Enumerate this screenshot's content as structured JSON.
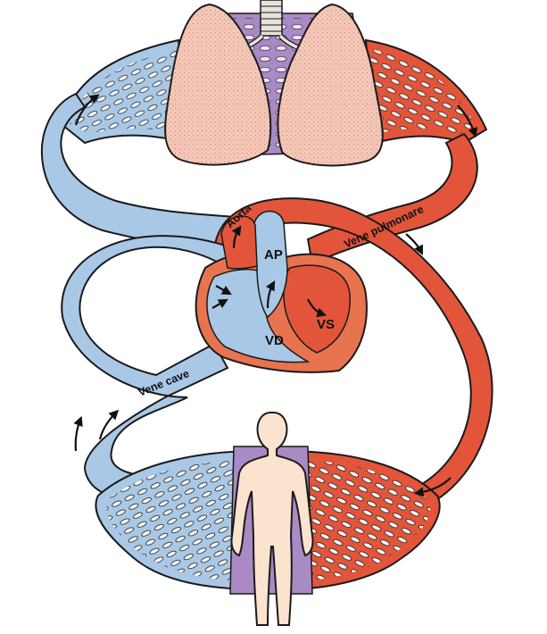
{
  "diagram": {
    "labels": {
      "aorta": "Aorta",
      "pulmonary_artery": "AP",
      "pulmonary_veins": "Vene pulmonare",
      "right_ventricle": "VD",
      "left_ventricle": "VS",
      "venae_cavae": "Vene cave"
    },
    "colors": {
      "deoxygenated": "#a9c8e6",
      "oxygenated": "#e2553a",
      "heart_muscle": "#e8734f",
      "lung": "#f6c7b6",
      "capillary_bed": "#a98ac4",
      "body_skin": "#fbe3cf",
      "outline": "#1a1a1a"
    },
    "icons": [
      "lungs-icon",
      "trachea-icon",
      "heart-icon",
      "human-body-icon",
      "flow-arrow-icon"
    ]
  }
}
